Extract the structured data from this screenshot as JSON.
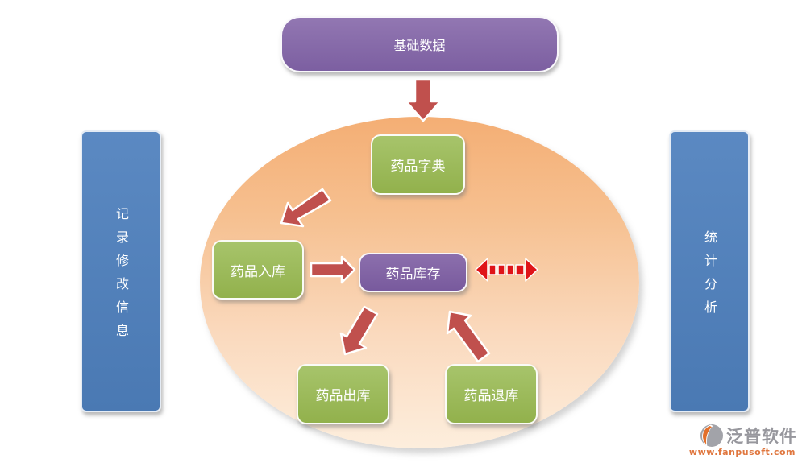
{
  "diagram": {
    "top_node": {
      "label": "基础数据"
    },
    "nodes": {
      "dictionary": {
        "label": "药品字典"
      },
      "inbound": {
        "label": "药品入库"
      },
      "inventory": {
        "label": "药品库存"
      },
      "outbound": {
        "label": "药品出库"
      },
      "refund": {
        "label": "药品退库"
      }
    },
    "sidebars": {
      "left": {
        "label": "记录修改信息"
      },
      "right": {
        "label": "统计分析"
      }
    },
    "connections": [
      {
        "from": "基础数据",
        "to": "药品字典",
        "style": "solid-arrow"
      },
      {
        "from": "药品字典",
        "to": "药品入库",
        "style": "solid-arrow"
      },
      {
        "from": "药品入库",
        "to": "药品库存",
        "style": "solid-arrow"
      },
      {
        "from": "药品库存",
        "to": "药品出库",
        "style": "solid-arrow"
      },
      {
        "from": "药品退库",
        "to": "药品库存",
        "style": "solid-arrow"
      },
      {
        "from": "药品库存",
        "to": "统计分析",
        "style": "dashed-double-arrow"
      }
    ]
  },
  "branding": {
    "name": "泛普软件",
    "url": "www.fanpusoft.com"
  },
  "colors": {
    "node_green": "#9bbb59",
    "node_purple": "#8064a2",
    "sidebar_blue": "#4f81bd",
    "arrow_red": "#c0504d",
    "double_arrow_red": "#df1418",
    "ellipse_top": "#f4ae74",
    "ellipse_bottom": "#fdeede"
  }
}
